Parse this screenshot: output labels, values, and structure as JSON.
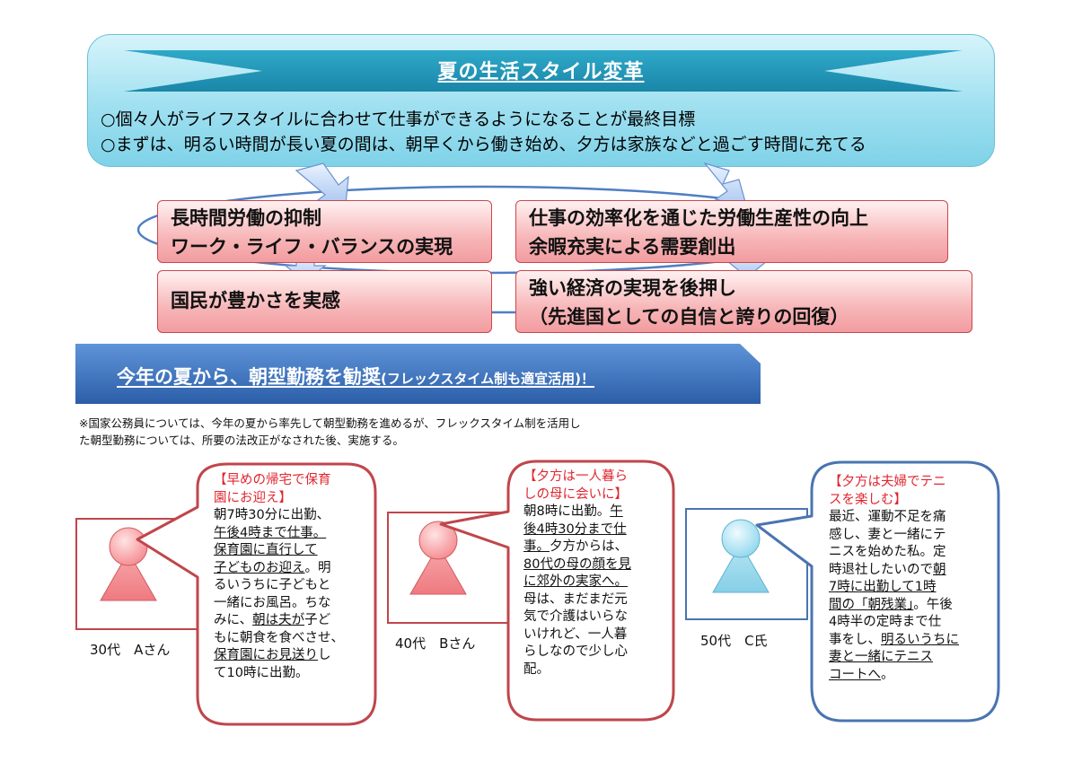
{
  "header": {
    "title": "夏の生活スタイル変革",
    "line1": "○個々人がライフスタイルに合わせて仕事ができるようになることが最終目標",
    "line2": "○まずは、明るい時間が長い夏の間は、朝早くから働き始め、夕方は家族などと過ごす時間に充てる"
  },
  "boxes": {
    "left_top": [
      "長時間労働の抑制",
      "ワーク・ライフ・バランスの実現"
    ],
    "right_top": [
      "仕事の効率化を通じた労働生産性の向上",
      "余暇充実による需要創出"
    ],
    "left_bottom": [
      "国民が豊かさを実感"
    ],
    "right_bottom": [
      "強い経済の実現を後押し",
      "（先進国としての自信と誇りの回復）"
    ]
  },
  "banner": {
    "main": "今年の夏から、朝型勤務を勧奨",
    "sub": "(フレックスタイム制も適宜活用)！"
  },
  "note": {
    "line1": "※国家公務員については、今年の夏から率先して朝型勤務を進めるが、フレックスタイム制を活用し",
    "line2": "た朝型勤務については、所要の法改正がなされた後、実施する。"
  },
  "personas": [
    {
      "label": "30代　Aさん",
      "color": "#c0464c",
      "head": [
        "【早めの帰宅で保育",
        "園にお迎え】"
      ],
      "body": [
        [
          [
            "朝7時30分に出勤、",
            false
          ]
        ],
        [
          [
            "午後4時まで",
            true
          ],
          [
            "仕事。",
            true
          ]
        ],
        [
          [
            "保育園に直行して",
            true
          ]
        ],
        [
          [
            "子どものお迎え",
            true
          ],
          [
            "。明",
            false
          ]
        ],
        [
          [
            "るいうちに子どもと",
            false
          ]
        ],
        [
          [
            "一緒にお風呂。ちな",
            false
          ]
        ],
        [
          [
            "みに、",
            false
          ],
          [
            "朝は夫が",
            true
          ],
          [
            "子ど",
            false
          ]
        ],
        [
          [
            "もに朝食を食べさせ、",
            false
          ]
        ],
        [
          [
            "保育園にお見送り",
            true
          ],
          [
            "し",
            false
          ]
        ],
        [
          [
            "て10時に出勤。",
            false
          ]
        ]
      ]
    },
    {
      "label": "40代　Bさん",
      "color": "#c0464c",
      "head": [
        "【夕方は一人暮ら",
        "しの母に会いに】"
      ],
      "body": [
        [
          [
            "朝8時に出勤。",
            false
          ],
          [
            "午",
            true
          ]
        ],
        [
          [
            "後4時30分まで仕",
            true
          ]
        ],
        [
          [
            "事。",
            true
          ],
          [
            "夕方からは、",
            false
          ]
        ],
        [
          [
            "80代の母の顔を見",
            true
          ]
        ],
        [
          [
            "に郊外の実家へ。",
            true
          ]
        ],
        [
          [
            "母は、まだまだ元",
            false
          ]
        ],
        [
          [
            "気で介護はいらな",
            false
          ]
        ],
        [
          [
            "いけれど、一人暮",
            false
          ]
        ],
        [
          [
            "らしなので少し心",
            false
          ]
        ],
        [
          [
            "配。",
            false
          ]
        ]
      ]
    },
    {
      "label": "50代　C氏",
      "color": "#4a74b0",
      "head": [
        "【夕方は夫婦でテニ",
        "スを楽しむ】"
      ],
      "body": [
        [
          [
            "最近、運動不足を痛",
            false
          ]
        ],
        [
          [
            "感し、妻と一緒にテ",
            false
          ]
        ],
        [
          [
            "ニスを始めた私。定",
            false
          ]
        ],
        [
          [
            "時退社したいので",
            false
          ],
          [
            "朝",
            true
          ]
        ],
        [
          [
            "7時に出勤して1時",
            true
          ]
        ],
        [
          [
            "間の「朝残業」",
            true
          ],
          [
            "。午後",
            false
          ]
        ],
        [
          [
            "4時半の定時まで仕",
            false
          ]
        ],
        [
          [
            "事をし、",
            false
          ],
          [
            "明るいうちに",
            true
          ]
        ],
        [
          [
            "妻と一緒にテニス",
            true
          ]
        ],
        [
          [
            "コートへ",
            true
          ],
          [
            "。",
            false
          ]
        ]
      ]
    }
  ]
}
